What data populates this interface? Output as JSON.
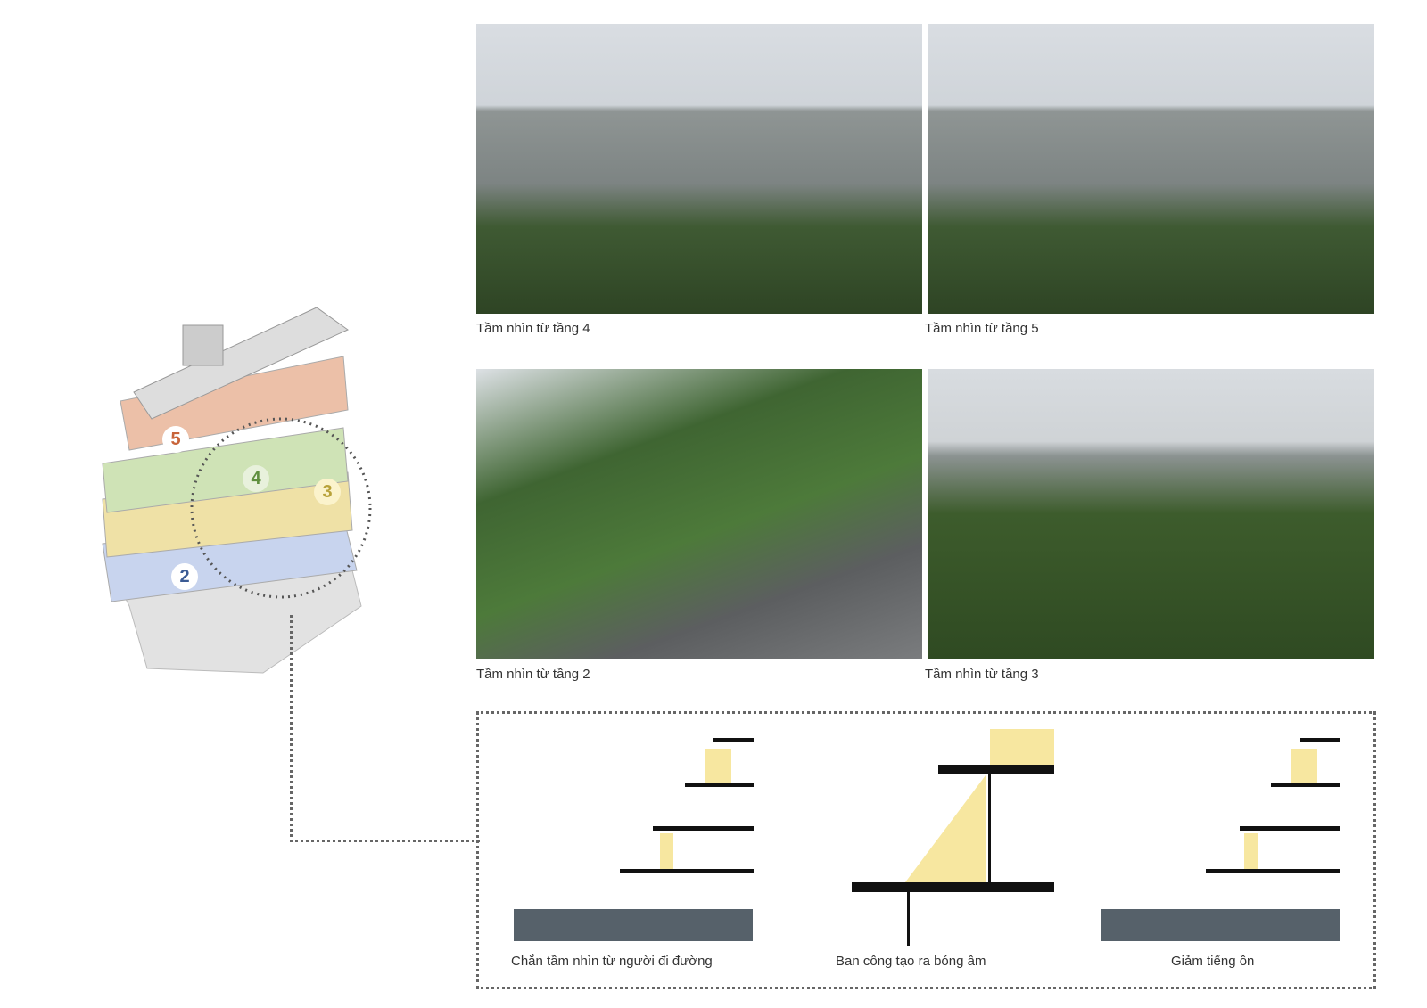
{
  "views": [
    {
      "caption": "Tầm nhìn từ tầng 4"
    },
    {
      "caption": "Tầm nhìn từ tầng 5"
    },
    {
      "caption": "Tầm nhìn từ tầng 2"
    },
    {
      "caption": "Tầm nhìn từ tầng 3"
    }
  ],
  "building": {
    "floors": [
      "5",
      "4",
      "3",
      "2"
    ],
    "colors": {
      "5": "#c8643a",
      "4": "#5f8f3e",
      "3": "#b8a23a",
      "2": "#3b5b94"
    }
  },
  "diagrams": [
    {
      "caption": "Chắn tầm nhìn từ người đi đường"
    },
    {
      "caption": "Ban công tạo ra bóng âm"
    },
    {
      "caption": "Giảm tiếng ồn"
    }
  ]
}
